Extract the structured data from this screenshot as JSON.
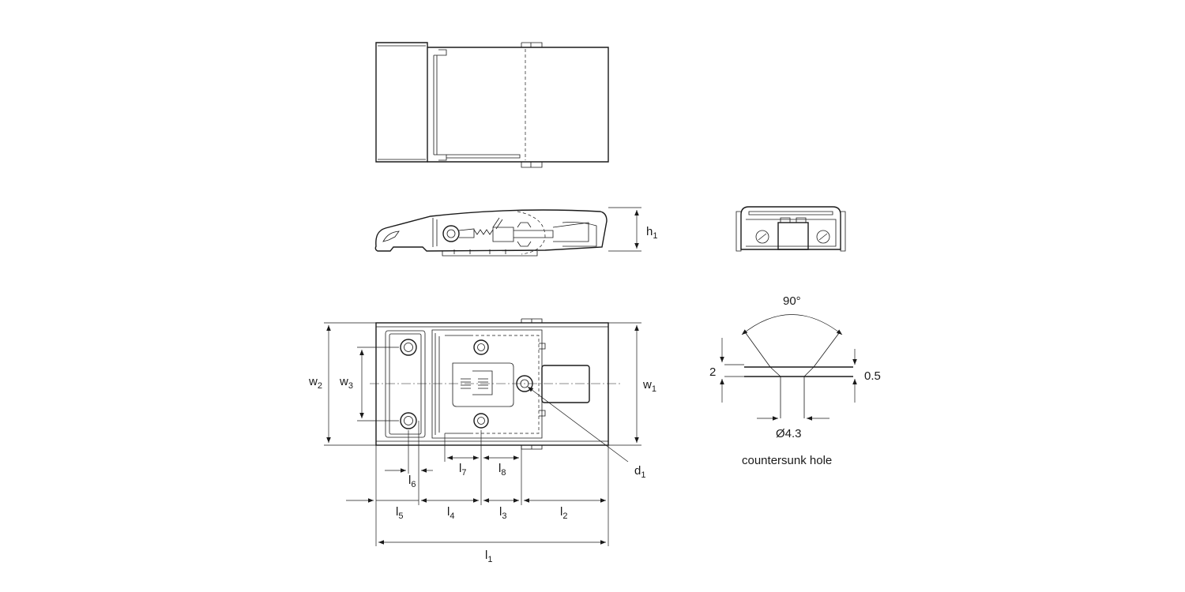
{
  "dimensions": {
    "h1": {
      "base": "h",
      "sub": "1"
    },
    "w1": {
      "base": "w",
      "sub": "1"
    },
    "w2": {
      "base": "w",
      "sub": "2"
    },
    "w3": {
      "base": "w",
      "sub": "3"
    },
    "d1": {
      "base": "d",
      "sub": "1"
    },
    "l1": {
      "base": "l",
      "sub": "1"
    },
    "l2": {
      "base": "l",
      "sub": "2"
    },
    "l3": {
      "base": "l",
      "sub": "3"
    },
    "l4": {
      "base": "l",
      "sub": "4"
    },
    "l5": {
      "base": "l",
      "sub": "5"
    },
    "l6": {
      "base": "l",
      "sub": "6"
    },
    "l7": {
      "base": "l",
      "sub": "7"
    },
    "l8": {
      "base": "l",
      "sub": "8"
    }
  },
  "countersunk": {
    "angle": "90°",
    "depth": "2",
    "thickness": "0.5",
    "diameter": "Ø4.3",
    "caption": "countersunk hole"
  },
  "colors": {
    "line": "#1a1a1a",
    "background": "#ffffff"
  }
}
